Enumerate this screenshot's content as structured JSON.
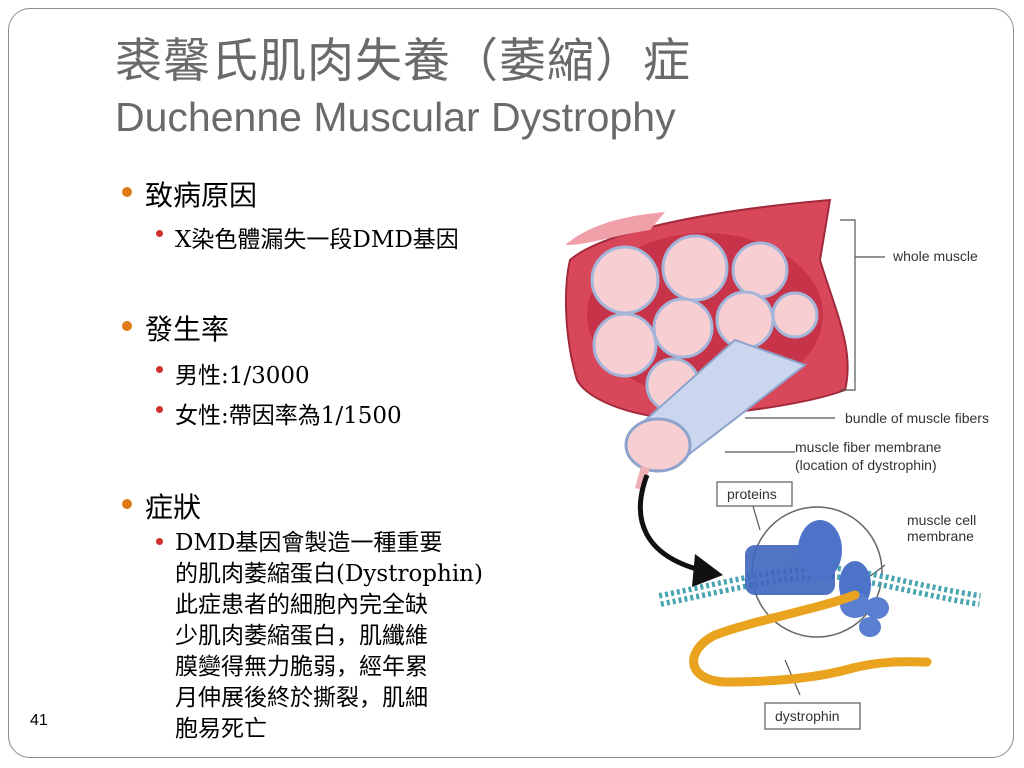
{
  "slide": {
    "title_zh": "裘馨氏肌肉失養（萎縮）症",
    "title_en": "Duchenne Muscular Dystrophy",
    "page_number": "41"
  },
  "bullets": [
    {
      "heading": "致病原因",
      "items": [
        "X染色體漏失一段DMD基因"
      ]
    },
    {
      "heading": "發生率",
      "items": [
        "男性:1/3000",
        "女性:帶因率為1/1500"
      ]
    },
    {
      "heading": "症狀",
      "items": [
        "DMD基因會製造一種重要\n的肌肉萎縮蛋白(Dystrophin)\n此症患者的細胞內完全缺\n少肌肉萎縮蛋白，肌纖維\n膜變得無力脆弱，經年累\n月伸展後終於撕裂，肌細\n胞易死亡"
      ]
    }
  ],
  "diagram": {
    "labels": {
      "whole_muscle": "whole muscle",
      "bundle": "bundle of muscle fibers",
      "fiber_membrane": "muscle fiber membrane",
      "fiber_membrane_note": "(location of dystrophin)",
      "proteins": "proteins",
      "cell_membrane_1": "muscle cell",
      "cell_membrane_2": "membrane",
      "dystrophin": "dystrophin"
    }
  }
}
